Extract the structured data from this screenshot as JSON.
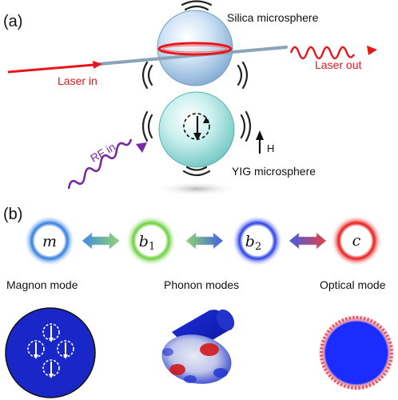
{
  "panel_a": {
    "label": "(a)",
    "silica_label": "Silica microsphere",
    "laser_in": "Laser in",
    "laser_out": "Laser out",
    "rf_in": "RF in",
    "field_label": "H",
    "yig_label": "YIG microsphere"
  },
  "panel_b": {
    "label": "(b)",
    "modes": [
      {
        "symbol": "m",
        "color": "#2f7de0"
      },
      {
        "symbol": "b",
        "subscript": "1",
        "color": "#6ad03a"
      },
      {
        "symbol": "b",
        "subscript": "2",
        "color": "#2a4fe0"
      },
      {
        "symbol": "c",
        "color": "#e61a1a"
      }
    ],
    "group_labels": {
      "magnon": "Magnon mode",
      "phonon": "Phonon modes",
      "optical": "Optical mode"
    }
  },
  "colors": {
    "laser": "#e8151b",
    "rf": "#7a2aa0",
    "fiber": "#8aa3b8",
    "sphere_blue": "#9cc4e6",
    "sphere_teal": "#9fe0dc"
  }
}
